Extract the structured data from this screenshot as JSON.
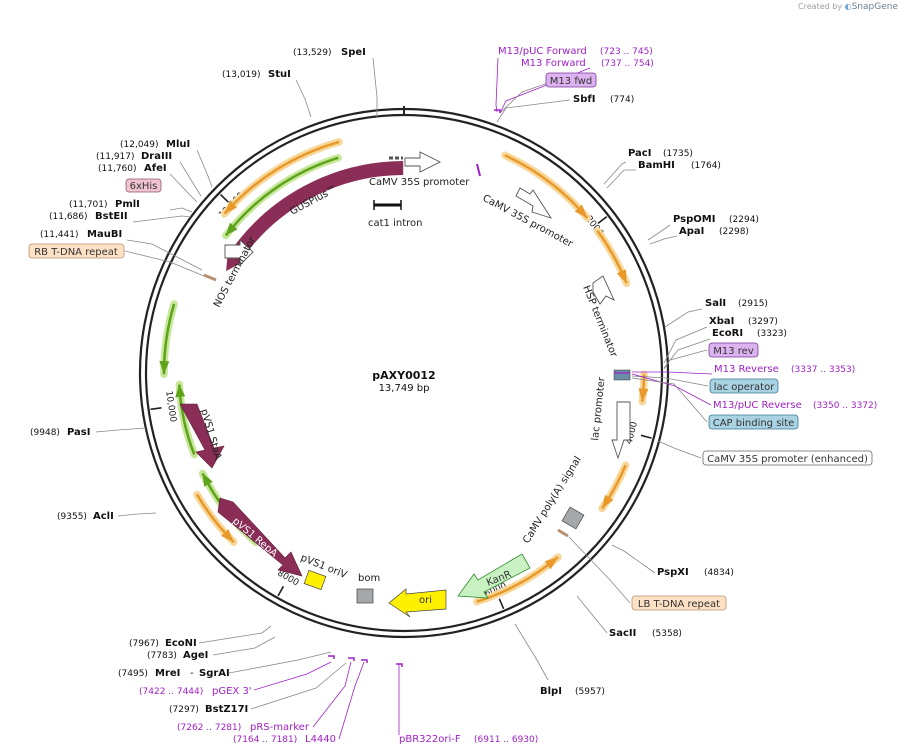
{
  "watermark": {
    "prefix": "Created by",
    "brand": "SnapGene"
  },
  "plasmid": {
    "name": "pAXY0012",
    "length_label": "13,749 bp",
    "length": 13749
  },
  "colors": {
    "orange_arrow": "#e8992a",
    "orange_glow": "#f8d79a",
    "green_arrow": "#5fa21c",
    "green_glow": "#c7e89a",
    "maroon": "#8b2e57",
    "yellow": "#ffef00",
    "gray": "#a5a8ab",
    "primer": "#a020c8",
    "misc_feature_bg": "#fde1c4",
    "primer_bind_bg": "#dcb3f0",
    "protein_bind_bg": "#a9d2e3",
    "his_bg": "#f0c3d1"
  },
  "ring_ticks": [
    {
      "bp": 2000,
      "label": "2000"
    },
    {
      "bp": 4000,
      "label": "4000"
    },
    {
      "bp": 6000,
      "label": "6000"
    },
    {
      "bp": 8000,
      "label": "8000"
    },
    {
      "bp": 10000,
      "label": "10,000"
    },
    {
      "bp": 12000,
      "label": "12,000"
    }
  ],
  "sites": [
    {
      "name": "SpeI",
      "pos": "(13,529)"
    },
    {
      "name": "StuI",
      "pos": "(13,019)"
    },
    {
      "name": "MluI",
      "pos": "(12,049)"
    },
    {
      "name": "DraIII",
      "pos": "(11,917)"
    },
    {
      "name": "AfeI",
      "pos": "(11,760)"
    },
    {
      "name": "PmlI",
      "pos": "(11,701)"
    },
    {
      "name": "BstEII",
      "pos": "(11,686)"
    },
    {
      "name": "MauBI",
      "pos": "(11,441)"
    },
    {
      "name": "SbfI",
      "pos": "(774)"
    },
    {
      "name": "PacI",
      "pos": "(1735)"
    },
    {
      "name": "BamHI",
      "pos": "(1764)"
    },
    {
      "name": "PspOMI",
      "pos": "(2294)"
    },
    {
      "name": "ApaI",
      "pos": "(2298)"
    },
    {
      "name": "SalI",
      "pos": "(2915)"
    },
    {
      "name": "XbaI",
      "pos": "(3297)"
    },
    {
      "name": "EcoRI",
      "pos": "(3323)"
    },
    {
      "name": "PasI",
      "pos": "(9948)"
    },
    {
      "name": "AclI",
      "pos": "(9355)"
    },
    {
      "name": "PspXI",
      "pos": "(4834)"
    },
    {
      "name": "SacII",
      "pos": "(5358)"
    },
    {
      "name": "BlpI",
      "pos": "(5957)"
    },
    {
      "name": "EcoNI",
      "pos": "(7967)"
    },
    {
      "name": "AgeI",
      "pos": "(7783)"
    },
    {
      "name": "MreI",
      "pos": "(7495)"
    },
    {
      "name": "SgrAI",
      "pos": ""
    },
    {
      "name": "BstZ17I",
      "pos": "(7297)"
    }
  ],
  "primers": [
    {
      "name": "M13/pUC Forward",
      "range": "(723 .. 745)"
    },
    {
      "name": "M13 Forward",
      "range": "(737 .. 754)"
    },
    {
      "name": "M13 Reverse",
      "range": "(3337 .. 3353)"
    },
    {
      "name": "M13/pUC Reverse",
      "range": "(3350 .. 3372)"
    },
    {
      "name": "pGEX 3'",
      "range": "(7422 .. 7444)"
    },
    {
      "name": "pRS-marker",
      "range": "(7262 .. 7281)"
    },
    {
      "name": "L4440",
      "range": "(7164 .. 7181)"
    },
    {
      "name": "pBR322ori-F",
      "range": "(6911 .. 6930)"
    }
  ],
  "boxed_labels": [
    {
      "text": "M13 fwd",
      "kind": "primer_bind"
    },
    {
      "text": "6xHis",
      "kind": "his"
    },
    {
      "text": "RB T-DNA repeat",
      "kind": "misc"
    },
    {
      "text": "M13 rev",
      "kind": "primer_bind"
    },
    {
      "text": "lac operator",
      "kind": "protein_bind"
    },
    {
      "text": "CAP binding site",
      "kind": "protein_bind"
    },
    {
      "text": "CaMV 35S promoter (enhanced)",
      "kind": "plain"
    },
    {
      "text": "LB T-DNA repeat",
      "kind": "misc"
    }
  ],
  "features": [
    {
      "text": "CaMV 35S promoter"
    },
    {
      "text": "CaMV 35S promoter"
    },
    {
      "text": "cat1 intron"
    },
    {
      "text": "GUSPlus™"
    },
    {
      "text": "NOS terminator"
    },
    {
      "text": "HSP terminator"
    },
    {
      "text": "lac promoter"
    },
    {
      "text": "CaMV poly(A) signal"
    },
    {
      "text": "KanR"
    },
    {
      "text": "ori"
    },
    {
      "text": "bom"
    },
    {
      "text": "pVS1 oriV"
    },
    {
      "text": "pVS1 RepA"
    },
    {
      "text": "pVS1 StaA"
    }
  ]
}
